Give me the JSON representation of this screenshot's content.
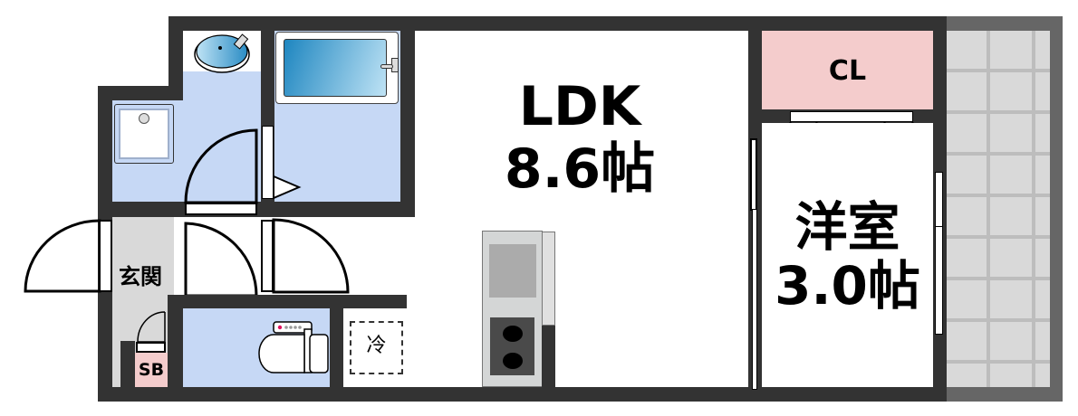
{
  "floorplan": {
    "rooms": {
      "ldk": {
        "name": "LDK",
        "size": "8.6帖"
      },
      "western_room": {
        "name": "洋室",
        "size": "3.0帖"
      },
      "closet": {
        "name": "CL"
      },
      "entrance": {
        "name": "玄関"
      },
      "shoe_box": {
        "name": "SB"
      },
      "fridge_space": {
        "name": "冷"
      }
    },
    "colors": {
      "wall": "#333333",
      "wet_area": "#c6d8f5",
      "entrance_floor": "#d9d9d9",
      "closet": "#f4cccc",
      "balcony": "#d9d9d9",
      "balcony_rail": "#666666"
    },
    "fixtures": [
      "washbasin",
      "bathtub",
      "washing-machine-pan",
      "toilet",
      "kitchen-sink",
      "ih-cooktop",
      "refrigerator-space"
    ]
  }
}
